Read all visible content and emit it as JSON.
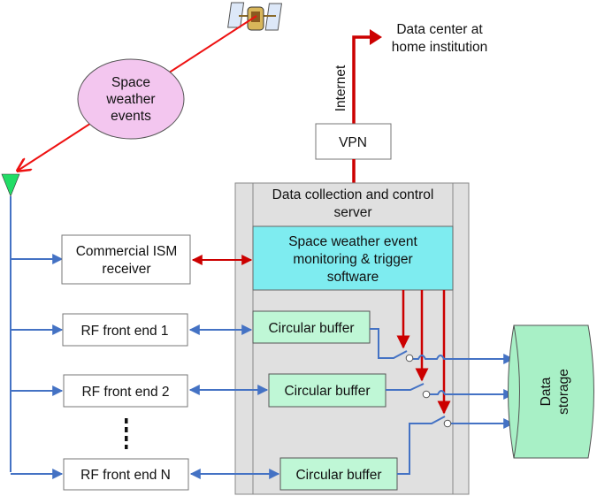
{
  "title": "Space weather event monitoring and data collection system",
  "satellite": {
    "icon": "satellite-icon"
  },
  "event_bubble": {
    "lines": [
      "Space",
      "weather",
      "events"
    ],
    "color": "#f3c6ef"
  },
  "antenna": {
    "icon": "antenna-icon",
    "color": "#22dd66"
  },
  "data_center": {
    "lines": [
      "Data center at",
      "home institution"
    ]
  },
  "internet_label": "Internet",
  "vpn_label": "VPN",
  "server": {
    "title_lines": [
      "Data collection and control",
      "server"
    ],
    "software_lines": [
      "Space weather event",
      "monitoring & trigger",
      "software"
    ],
    "software_color": "#7eecf0",
    "panel_color": "#e0e0e0"
  },
  "receivers": [
    {
      "lines": [
        "Commercial ISM",
        "receiver"
      ]
    },
    {
      "lines": [
        "RF front end 1"
      ]
    },
    {
      "lines": [
        "RF front end 2"
      ]
    },
    {
      "lines": [
        "RF front end N"
      ]
    }
  ],
  "ellipsis": "⋮",
  "buffers": [
    {
      "label": "Circular buffer"
    },
    {
      "label": "Circular buffer"
    },
    {
      "label": "Circular buffer"
    }
  ],
  "buffer_color": "#bff7d6",
  "storage": {
    "lines": [
      "Data",
      "storage"
    ],
    "color": "#a8f0c6"
  },
  "colors": {
    "red": "#cc0000",
    "bright_red": "#ee1111",
    "blue": "#4472c4"
  }
}
